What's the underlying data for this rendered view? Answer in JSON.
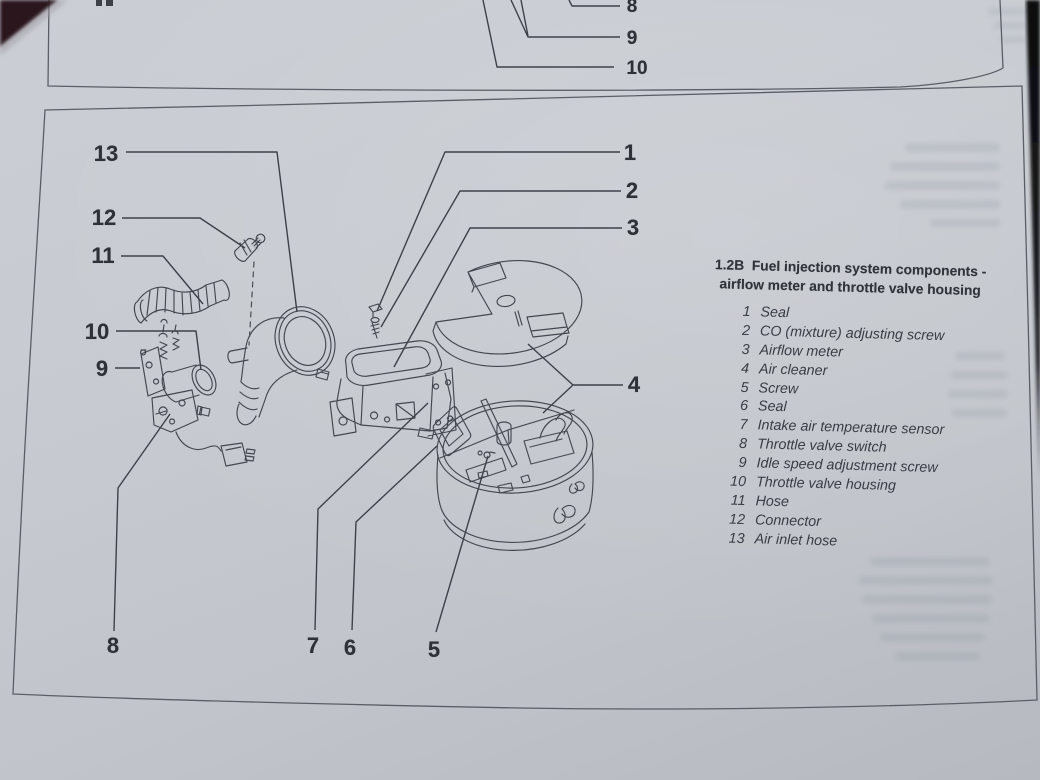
{
  "page_type": "printed manual page photograph",
  "colors": {
    "paper": "#c7cbd1",
    "ink_lines": "#44484f",
    "ink_text": "#34383f",
    "book_edge_dark": "#121216",
    "corner_dark": "#2a141e"
  },
  "top_figure": {
    "description": "bottom edge of previous figure, callout numbers only",
    "callouts": [
      "8",
      "9",
      "10"
    ]
  },
  "main_figure": {
    "callouts": {
      "c13": "13",
      "c12": "12",
      "c11": "11",
      "c10": "10",
      "c9": "9",
      "c8": "8",
      "c1": "1",
      "c2": "2",
      "c3": "3",
      "c4": "4",
      "c7": "7",
      "c6": "6",
      "c5": "5"
    },
    "caption": {
      "ref": "1.2B",
      "title_line1_rest": "Fuel injection system components -",
      "title_line2": "airflow meter and throttle valve housing",
      "legend": [
        {
          "num": "1",
          "label": "Seal"
        },
        {
          "num": "2",
          "label": "CO (mixture) adjusting screw"
        },
        {
          "num": "3",
          "label": "Airflow meter"
        },
        {
          "num": "4",
          "label": "Air cleaner"
        },
        {
          "num": "5",
          "label": "Screw"
        },
        {
          "num": "6",
          "label": "Seal"
        },
        {
          "num": "7",
          "label": "Intake air temperature sensor"
        },
        {
          "num": "8",
          "label": "Throttle valve switch"
        },
        {
          "num": "9",
          "label": "Idle speed adjustment screw"
        },
        {
          "num": "10",
          "label": "Throttle valve housing"
        },
        {
          "num": "11",
          "label": "Hose"
        },
        {
          "num": "12",
          "label": "Connector"
        },
        {
          "num": "13",
          "label": "Air inlet hose"
        }
      ]
    }
  }
}
